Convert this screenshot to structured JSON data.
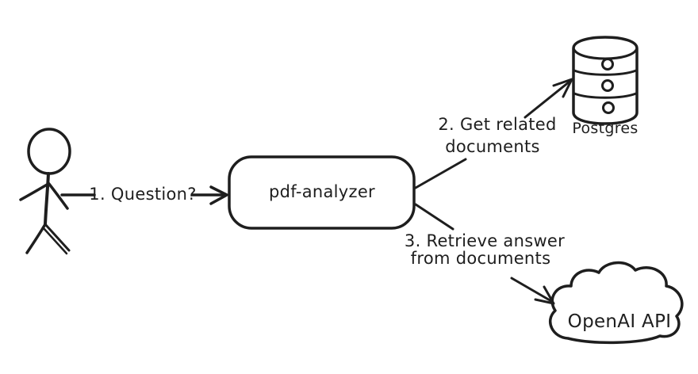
{
  "diagram": {
    "nodes": {
      "actor": {
        "name": "user stick figure"
      },
      "analyzer": {
        "label": "pdf-analyzer",
        "shape": "rounded-rectangle"
      },
      "database": {
        "label": "Postgres",
        "icon": "database-cylinder-icon"
      },
      "cloud": {
        "label": "OpenAI API",
        "icon": "cloud-icon"
      }
    },
    "edges": {
      "question": {
        "label": "1. Question?",
        "from": "actor",
        "to": "analyzer"
      },
      "get_documents": {
        "label_line1": "2. Get related",
        "label_line2": "documents",
        "from": "analyzer",
        "to": "database"
      },
      "retrieve_answer": {
        "label_line1": "3. Retrieve answer",
        "label_line2": "from documents",
        "from": "analyzer",
        "to": "cloud"
      }
    },
    "colors": {
      "stroke": "#1e1e1e",
      "analyzer_fill": "#b2f2bb",
      "database_fill": "#a5d8ff",
      "cloud_fill": "#ced4da",
      "background": "#ffffff"
    }
  }
}
